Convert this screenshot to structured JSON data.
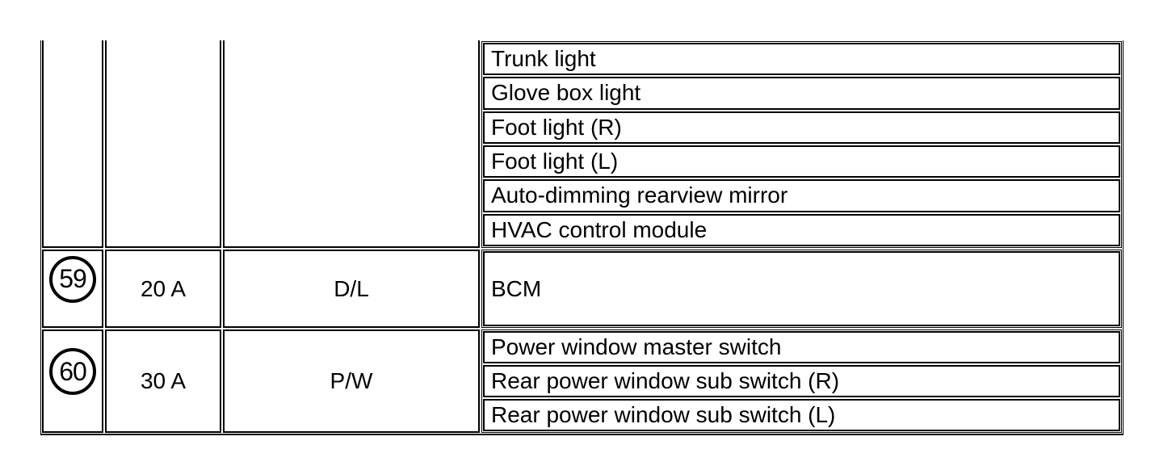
{
  "page": {
    "background_color": "#ffffff",
    "line_color": "#000000",
    "text_color": "#000000"
  },
  "fuse_table": {
    "rows": [
      {
        "fuse_number": "",
        "amperage": "",
        "circuit": "",
        "components": [
          "Trunk light",
          "Glove box light",
          "Foot light (R)",
          "Foot light (L)",
          "Auto-dimming rearview mirror",
          "HVAC control module"
        ]
      },
      {
        "fuse_number": "59",
        "amperage": "20 A",
        "circuit": "D/L",
        "components": [
          "BCM"
        ]
      },
      {
        "fuse_number": "60",
        "amperage": "30 A",
        "circuit": "P/W",
        "components": [
          "Power window master switch",
          "Rear power window sub switch (R)",
          "Rear power window sub switch (L)"
        ]
      }
    ]
  }
}
